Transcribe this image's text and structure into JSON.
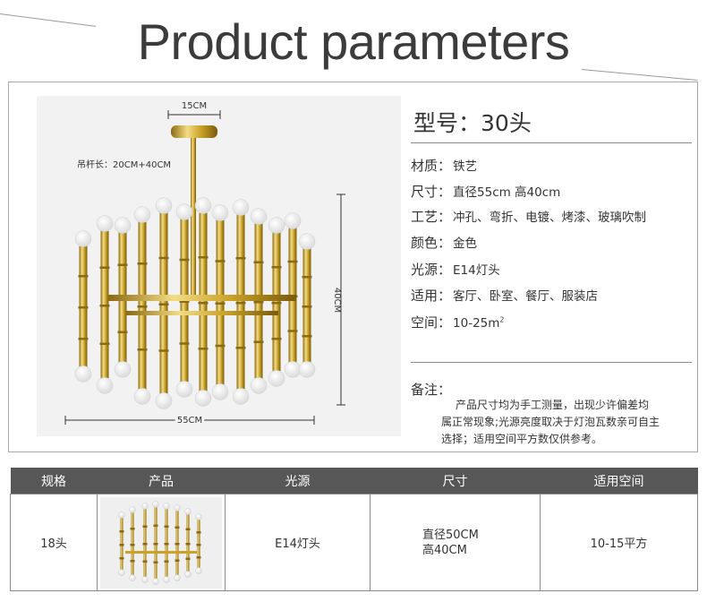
{
  "page_title": "Product parameters",
  "product_photo": {
    "dim_top": "15CM",
    "dim_rod": "吊杆长：20CM+40CM",
    "dim_height": "40CM",
    "dim_width": "55CM"
  },
  "model": {
    "label": "型号：",
    "value": "30头"
  },
  "specs": [
    {
      "label": "材质：",
      "value": "铁艺"
    },
    {
      "label": "尺寸：",
      "value": "直径55cm 高40cm"
    },
    {
      "label": "工艺：",
      "value": "冲孔、弯折、电镀、烤漆、玻璃吹制"
    },
    {
      "label": "颜色：",
      "value": "金色"
    },
    {
      "label": "光源：",
      "value": "E14灯头"
    },
    {
      "label": "适用：",
      "value": "客厅、卧室、餐厅、服装店"
    },
    {
      "label": "空间：",
      "value": "10-25m",
      "sup": "2"
    }
  ],
  "note": {
    "label": "备注：",
    "lines": [
      "产品尺寸均为手工测量，出现少许偏差均",
      "属正常现象;光源亮度取决于灯泡瓦数亲可自主",
      "选择；适用空间平方数仅供参考。"
    ]
  },
  "table": {
    "headers": [
      "规格",
      "产品",
      "光源",
      "尺寸",
      "适用空间"
    ],
    "row": {
      "spec": "18头",
      "light": "E14灯头",
      "size_line1": "直径50CM",
      "size_line2": "高40CM",
      "space": "10-15平方"
    }
  },
  "colors": {
    "header_bg": "#575757",
    "gold": "#c9a227",
    "photo_bg": "#f2f2f2"
  }
}
